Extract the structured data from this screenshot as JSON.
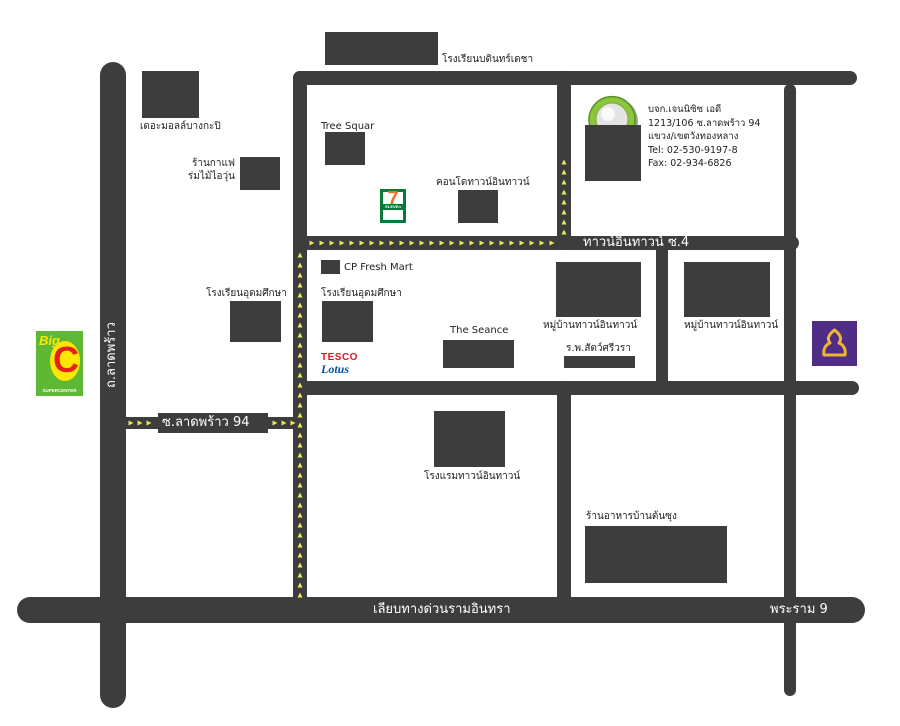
{
  "colors": {
    "road": "#3d3d3d",
    "arrow": "#e8e85a",
    "pin_green": "#8cc63f",
    "bigc_green": "#5db935",
    "bigc_yellow": "#ffe600",
    "bigc_red": "#e32119",
    "seven_green": "#0a7a3a",
    "seven_orange": "#f37021",
    "seven_red": "#e4002b",
    "tesco_red": "#d71920",
    "tesco_blue": "#00539f",
    "scb_purple": "#4f2c85",
    "scb_gold": "#f2b531"
  },
  "roads": {
    "top": "โรงเรียนบดินทร์เดชา",
    "lat_phrao": "ถ.ลาดพร้าว",
    "soi94": "ซ.ลาดพร้าว 94",
    "townintown4": "ทาวน์อินทาวน์ ซ.4",
    "expressway": "เลียบทางด่วนรามอินทรา",
    "rama9": "พระราม 9"
  },
  "places": {
    "mall": "เดอะมอลล์บางกะปิ",
    "cafe_line1": "ร้านกาแฟ",
    "cafe_line2": "ร่มไม้ไอวุ่น",
    "tree_square": "Tree Squar",
    "condo": "คอนโดทาวน์อินทาวน์",
    "cp_fresh": "CP Fresh Mart",
    "school_left": "โรงเรียนอุดมศึกษา",
    "school_inner": "โรงเรียนอุดมศึกษา",
    "seance": "The Seance",
    "village1": "หมู่บ้านทาวน์อินทาวน์",
    "village2": "หมู่บ้านทาวน์อินทาวน์",
    "vet": "ร.พ.สัตว์ศรีวรา",
    "hotel": "โรงแรมทาวน์อินทาวน์",
    "restaurant": "ร้านอาหารบ้านต้นซุง"
  },
  "company": {
    "name": "บจก.เจนนิซิซ เอดี",
    "address1": "1213/106 ซ.ลาดพร้าว 94",
    "address2": "แขวง/เขตวังทองหลาง",
    "tel": "Tel: 02-530-9197-8",
    "fax": "Fax: 02-934-6826"
  },
  "logos": {
    "bigc_big": "Big",
    "bigc_c": "C",
    "bigc_sub": "SUPERCENTER",
    "seven_num": "7",
    "seven_text": "ELEVEn",
    "tesco": "TESCO",
    "lotus": "Lotus"
  }
}
